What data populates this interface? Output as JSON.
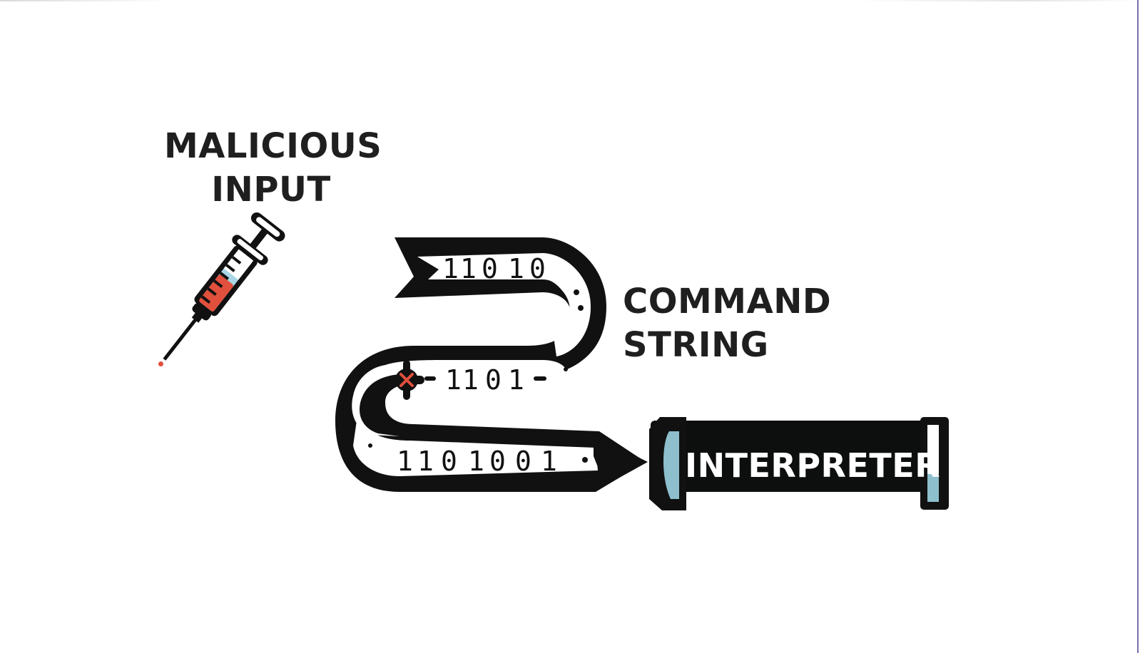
{
  "labels": {
    "malicious_input": [
      "MALICIOUS",
      "INPUT"
    ],
    "command_string": [
      "COMMAND",
      "STRING"
    ],
    "interpreter": "INTERPRETER"
  },
  "ribbon_segments": [
    {
      "bits": [
        "1",
        "1",
        "0",
        "1",
        "0"
      ]
    },
    {
      "bits": [
        "1",
        "1",
        "0",
        "1"
      ]
    },
    {
      "bits": [
        "1",
        "1",
        "0",
        "1",
        "0",
        "0",
        "1"
      ]
    }
  ],
  "colors": {
    "outline": "#111111",
    "syringe_fluid": "#e0503d",
    "syringe_glass": "#a9d6e5",
    "interpreter_body": "#0d0f0e",
    "interpreter_cap": "#8dbfcd",
    "text": "#1f1f1f"
  },
  "icons": [
    "syringe-icon",
    "gear-bug-icon",
    "arrow-head-icon",
    "pipe-icon"
  ]
}
